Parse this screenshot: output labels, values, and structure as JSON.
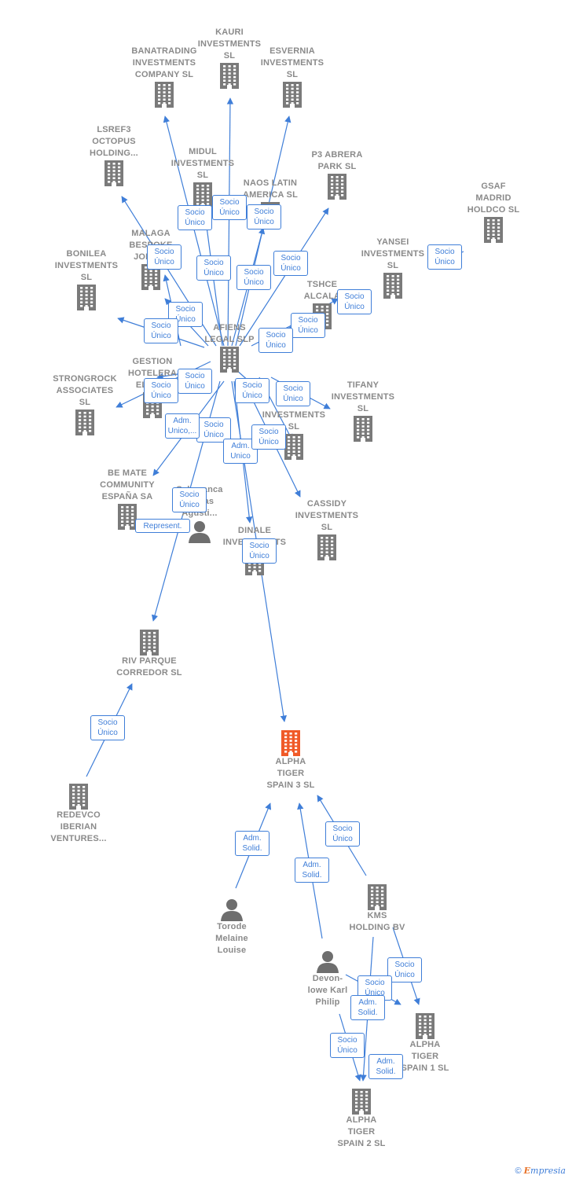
{
  "nodes": [
    {
      "id": "kauri",
      "label": [
        "KAURI",
        "INVESTMENTS",
        "SL"
      ],
      "type": "company"
    },
    {
      "id": "banatrading",
      "label": [
        "BANATRADING",
        "INVESTMENTS",
        "COMPANY  SL"
      ],
      "type": "company"
    },
    {
      "id": "esvernia",
      "label": [
        "ESVERNIA",
        "INVESTMENTS",
        "SL"
      ],
      "type": "company"
    },
    {
      "id": "lsref3",
      "label": [
        "LSREF3",
        "OCTOPUS",
        "HOLDING..."
      ],
      "type": "company"
    },
    {
      "id": "midul",
      "label": [
        "MIDUL",
        "INVESTMENTS",
        "SL"
      ],
      "type": "company"
    },
    {
      "id": "p3abrera",
      "label": [
        "P3 ABRERA",
        "PARK  SL"
      ],
      "type": "company"
    },
    {
      "id": "naos",
      "label": [
        "NAOS  LATIN",
        "AMERICA  SL"
      ],
      "type": "company"
    },
    {
      "id": "gsaf",
      "label": [
        "GSAF",
        "MADRID",
        "HOLDCO  SL"
      ],
      "type": "company"
    },
    {
      "id": "malaga",
      "label": [
        "MALAGA",
        "BESPOKE",
        "JOINE..."
      ],
      "type": "company"
    },
    {
      "id": "bonilea",
      "label": [
        "BONILEA",
        "INVESTMENTS",
        "SL"
      ],
      "type": "company"
    },
    {
      "id": "yansei",
      "label": [
        "YANSEI",
        "INVESTMENTS",
        "SL"
      ],
      "type": "company"
    },
    {
      "id": "tshce",
      "label": [
        "TSHCE",
        "ALCALA"
      ],
      "type": "company"
    },
    {
      "id": "afiens",
      "label": [
        "AFIENS",
        "LEGAL  SLP"
      ],
      "type": "company"
    },
    {
      "id": "gestion",
      "label": [
        "GESTION",
        "HOTELERA",
        "EL VE..."
      ],
      "type": "company"
    },
    {
      "id": "strongrock",
      "label": [
        "STRONGROCK",
        "ASSOCIATES",
        "SL"
      ],
      "type": "company"
    },
    {
      "id": "tifany",
      "label": [
        "TIFANY",
        "INVESTMENTS",
        "SL"
      ],
      "type": "company"
    },
    {
      "id": "hidden",
      "label": [
        "INVESTMENTS",
        "SL"
      ],
      "type": "company"
    },
    {
      "id": "bemate",
      "label": [
        "BE MATE",
        "COMMUNITY",
        "ESPAÑA SA"
      ],
      "type": "company"
    },
    {
      "id": "salamanca",
      "label": [
        "Salamanca",
        "Esmas",
        "Agusti..."
      ],
      "type": "person"
    },
    {
      "id": "cassidy",
      "label": [
        "CASSIDY",
        "INVESTMENTS",
        "SL"
      ],
      "type": "company"
    },
    {
      "id": "dinale",
      "label": [
        "DINALE",
        "INVESTMENTS"
      ],
      "type": "company"
    },
    {
      "id": "riv",
      "label": [
        "RIV PARQUE",
        "CORREDOR  SL"
      ],
      "type": "company"
    },
    {
      "id": "alpha3",
      "label": [
        "ALPHA",
        "TIGER",
        "SPAIN 3  SL"
      ],
      "type": "company",
      "focus": true
    },
    {
      "id": "redevco",
      "label": [
        "REDEVCO",
        "IBERIAN",
        "VENTURES..."
      ],
      "type": "company"
    },
    {
      "id": "torode",
      "label": [
        "Torode",
        "Melaine",
        "Louise"
      ],
      "type": "person"
    },
    {
      "id": "kms",
      "label": [
        "KMS",
        "HOLDING BV"
      ],
      "type": "company"
    },
    {
      "id": "devonlowe",
      "label": [
        "Devon-",
        "lowe Karl",
        "Philip"
      ],
      "type": "person"
    },
    {
      "id": "alpha1",
      "label": [
        "ALPHA",
        "TIGER",
        "SPAIN 1  SL"
      ],
      "type": "company"
    },
    {
      "id": "alpha2",
      "label": [
        "ALPHA",
        "TIGER",
        "SPAIN 2  SL"
      ],
      "type": "company"
    }
  ],
  "badges": [
    {
      "id": "b1",
      "text": [
        "Socio",
        "Único"
      ]
    },
    {
      "id": "b2",
      "text": [
        "Socio",
        "Único"
      ]
    },
    {
      "id": "b3",
      "text": [
        "Socio",
        "Único"
      ]
    },
    {
      "id": "b4",
      "text": [
        "Socio",
        "Único"
      ]
    },
    {
      "id": "b5",
      "text": [
        "Socio",
        "Único"
      ]
    },
    {
      "id": "b6",
      "text": [
        "Socio",
        "Único"
      ]
    },
    {
      "id": "b7",
      "text": [
        "Socio",
        "Único"
      ]
    },
    {
      "id": "b8",
      "text": [
        "Socio",
        "Único"
      ]
    },
    {
      "id": "b9",
      "text": [
        "Socio",
        "Único"
      ]
    },
    {
      "id": "b10",
      "text": [
        "Socio",
        "Único"
      ]
    },
    {
      "id": "b11",
      "text": [
        "Socio",
        "Único"
      ]
    },
    {
      "id": "b12",
      "text": [
        "Socio",
        "Único"
      ]
    },
    {
      "id": "b13",
      "text": [
        "Socio",
        "Único"
      ]
    },
    {
      "id": "b14",
      "text": [
        "Socio",
        "Único"
      ]
    },
    {
      "id": "b15",
      "text": [
        "Socio",
        "Único"
      ]
    },
    {
      "id": "b16",
      "text": [
        "Socio",
        "Único"
      ]
    },
    {
      "id": "b17",
      "text": [
        "Socio",
        "Único"
      ]
    },
    {
      "id": "b18",
      "text": [
        "Socio",
        "Único"
      ]
    },
    {
      "id": "b19",
      "text": [
        "Adm.",
        "Unico,..."
      ]
    },
    {
      "id": "b20",
      "text": [
        "Adm.",
        "Unico"
      ]
    },
    {
      "id": "b21",
      "text": [
        "Socio",
        "Único"
      ]
    },
    {
      "id": "b22",
      "text": [
        "Socio",
        "Único"
      ]
    },
    {
      "id": "b23",
      "text": [
        "Socio",
        "Único"
      ]
    },
    {
      "id": "b24",
      "text": [
        "Represent."
      ]
    },
    {
      "id": "b25",
      "text": [
        "Socio",
        "Único"
      ]
    },
    {
      "id": "b26",
      "text": [
        "Socio",
        "Único"
      ]
    },
    {
      "id": "b27",
      "text": [
        "Adm.",
        "Solid."
      ]
    },
    {
      "id": "b28",
      "text": [
        "Adm.",
        "Solid."
      ]
    },
    {
      "id": "b29",
      "text": [
        "Socio",
        "Único"
      ]
    },
    {
      "id": "b30",
      "text": [
        "Socio",
        "Único"
      ]
    },
    {
      "id": "b31",
      "text": [
        "Adm.",
        "Solid."
      ]
    },
    {
      "id": "b32",
      "text": [
        "Socio",
        "Único"
      ]
    },
    {
      "id": "b33",
      "text": [
        "Adm.",
        "Solid."
      ]
    },
    {
      "id": "b34",
      "text": [
        "Socio",
        "Único"
      ]
    }
  ],
  "credit": {
    "copyright": "©",
    "brand_initial": "E",
    "brand_rest": "mpresia"
  },
  "colors": {
    "edge": "#3f7ed8",
    "company": "#7a7a7a",
    "focus": "#f05a28",
    "person": "#6e6e6e"
  }
}
